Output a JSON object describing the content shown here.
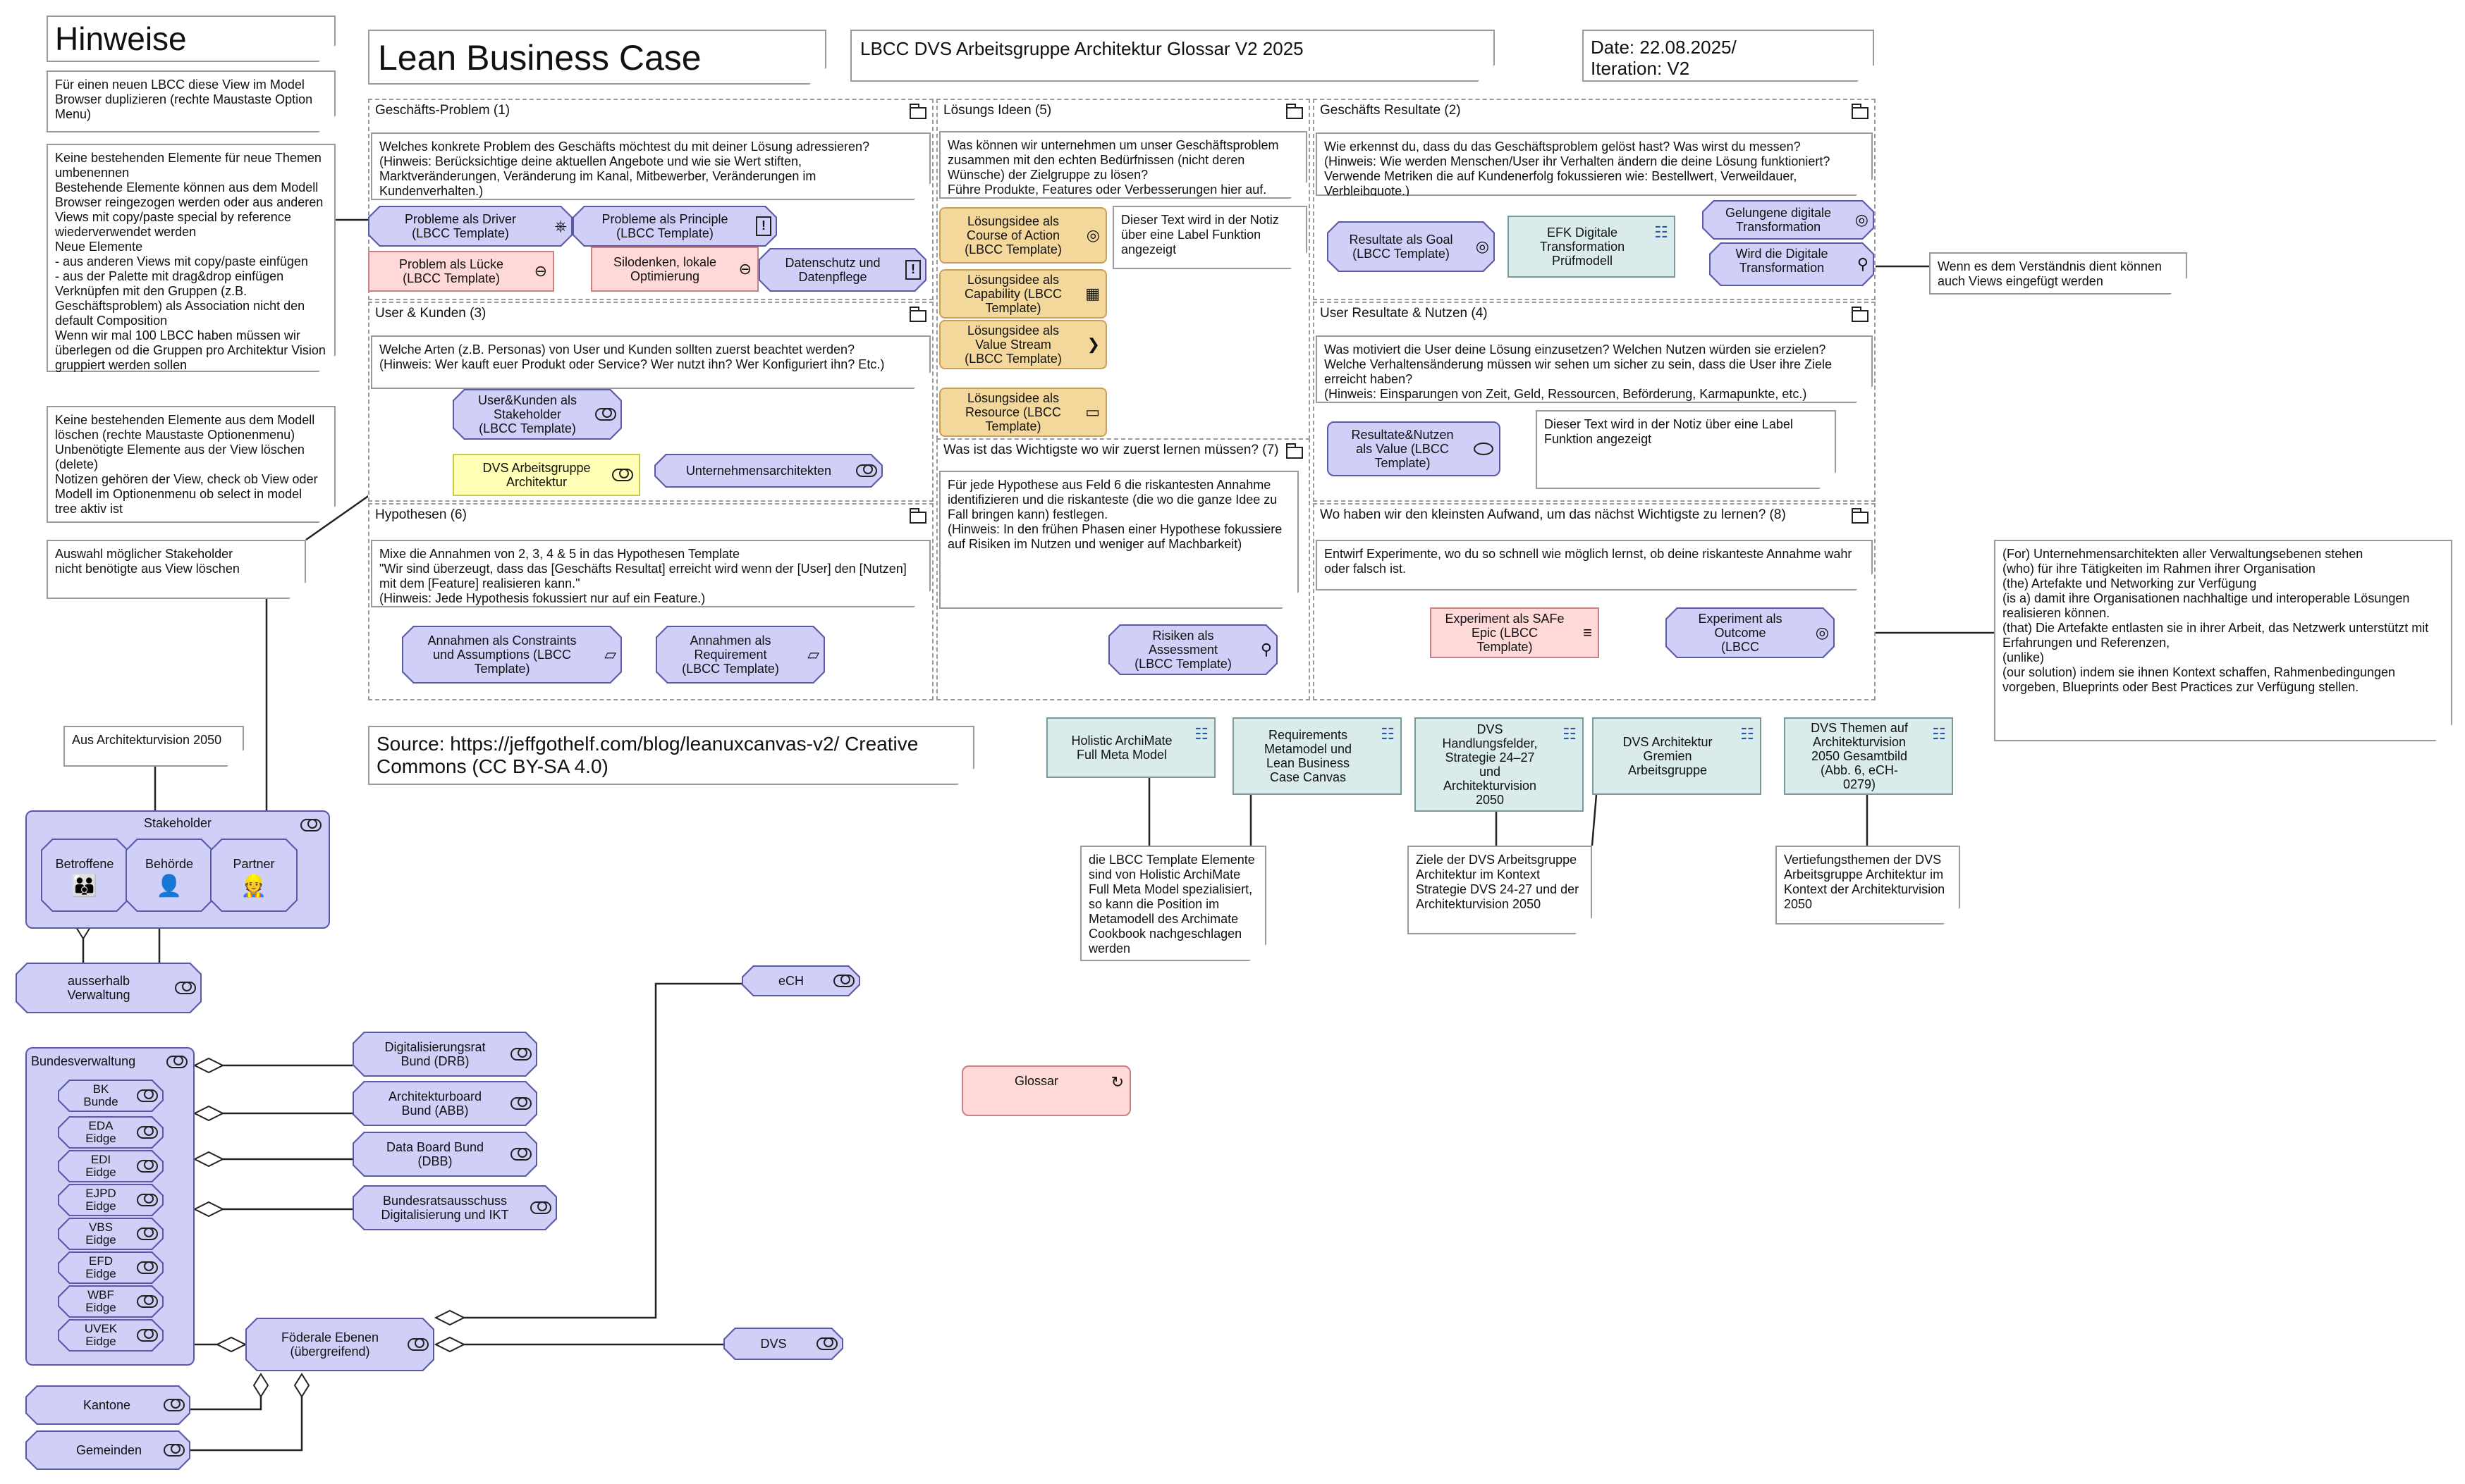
{
  "header": {
    "hinweise_title": "Hinweise",
    "canvas_title": "Lean Business Case Canvas",
    "view_title": "LBCC DVS Arbeitsgruppe Architektur Glossar V2 2025",
    "date": "Date: 22.08.2025/\nIteration: V2"
  },
  "notes": {
    "n1": "Für einen neuen LBCC diese View im Model Browser duplizieren (rechte Maustaste Option Menu)",
    "n2": "Keine bestehenden Elemente für neue Themen umbenennen\nBestehende Elemente können aus dem Modell Browser reingezogen werden oder aus anderen Views mit copy/paste special by reference wiederverwendet werden\nNeue Elemente\n- aus anderen Views mit copy/paste einfügen\n- aus der Palette mit drag&drop einfügen\nVerknüpfen mit den Gruppen (z.B. Geschäftsproblem) als Association nicht den default Composition\nWenn wir mal 100 LBCC haben müssen wir überlegen od die Gruppen pro Architektur Vision gruppiert werden sollen",
    "n3": "Keine bestehenden Elemente aus dem Modell löschen (rechte Maustaste Optionenmenu)\nUnbenötigte Elemente aus der View löschen (delete)\nNotizen gehören der View, check ob View oder Modell im Optionenmenu ob select in model tree aktiv ist",
    "n4": "Auswahl möglicher Stakeholder\nnicht benötigte aus View löschen",
    "n5": "Aus Architekturvision 2050",
    "source": "Source: https://jeffgothelf.com/blog/leanuxcanvas-v2/ Creative Commons (CC BY-SA 4.0)",
    "label_note1": "Dieser Text wird in der Notiz über eine Label Funktion angezeigt",
    "label_note2": "Dieser Text wird in der Notiz über eine Label Funktion angezeigt",
    "views_note": "Wenn es dem Verständnis dient können auch Views eingefügt werden",
    "meta_note": "die LBCC Template Elemente sind von Holistic ArchiMate Full Meta Model spezialisiert, so kann die Position im Metamodell des Archimate Cookbook nachgeschlagen werden",
    "ziele_note": "Ziele der DVS Arbeitsgruppe Architektur im Kontext Strategie DVS 24-27 und der Architekturvision 2050",
    "vertiefung_note": "Vertiefungsthemen der DVS Arbeitsgruppe Architektur im Kontext der Architekturvision 2050",
    "for_note": "(For)              Unternehmensarchitekten aller Verwaltungsebenen stehen\n(who)              für ihre Tätigkeiten im Rahmen ihrer Organisation\n(the)               Artefakte und Networking zur Verfügung\n(is a)              damit ihre Organisationen nachhaltige und interoperable Lösungen realisieren können.\n(that)              Die Artefakte entlasten sie in ihrer Arbeit, das Netzwerk unterstützt mit Erfahrungen und Referenzen,\n(unlike)\n(our solution)   indem sie ihnen Kontext schaffen, Rahmenbedingungen vorgeben, Blueprints oder Best Practices zur Verfügung stellen."
  },
  "groups": {
    "problem": {
      "title": "Geschäfts-Problem (1)",
      "question": "Welches konkrete Problem des Geschäfts möchtest du mit deiner Lösung adressieren?\n(Hinweis: Berücksichtige deine aktuellen Angebote und wie sie Wert stiften, Marktveränderungen, Veränderung im Kanal, Mitbewerber, Veränderungen im Kundenverhalten.)"
    },
    "solutions": {
      "title": "Lösungs Ideen (5)",
      "question": "Was können wir unternehmen um unser Geschäftsproblem zusammen mit den echten Bedürfnissen (nicht deren Wünsche) der Zielgruppe zu lösen?\nFühre Produkte, Features oder Verbesserungen hier auf."
    },
    "results": {
      "title": "Geschäfts Resultate (2)",
      "question": "Wie erkennst du, dass du das Geschäftsproblem gelöst hast? Was wirst du messen?\n(Hinweis: Wie werden Menschen/User ihr Verhalten ändern die deine Lösung funktioniert? Verwende Metriken die auf Kundenerfolg fokussieren wie: Bestellwert, Verweildauer, Verbleibquote.)"
    },
    "users": {
      "title": "User & Kunden (3)",
      "question": "Welche Arten (z.B. Personas) von User und Kunden sollten zuerst beachtet werden?\n(Hinweis: Wer kauft euer Produkt oder Service? Wer nutzt ihn? Wer Konfiguriert ihn? Etc.)"
    },
    "user_results": {
      "title": "User Resultate & Nutzen (4)",
      "question": "Was motiviert die User deine Lösung einzusetzen? Welchen Nutzen würden sie erzielen? Welche Verhaltensänderung müssen wir sehen um sicher zu sein, dass die User ihre Ziele erreicht haben?\n(Hinweis: Einsparungen von Zeit, Geld, Ressourcen, Beförderung, Karmapunkte, etc.)"
    },
    "important": {
      "title": "Was ist das Wichtigste wo wir zuerst lernen müssen? (7)",
      "question": "Für jede Hypothese aus Feld 6 die riskantesten Annahme identifizieren und die riskanteste (die wo die ganze Idee zu Fall bringen kann) festlegen.\n(Hinweis: In den frühen Phasen einer Hypothese fokussiere auf Risiken im Nutzen und weniger auf Machbarkeit)"
    },
    "hypotheses": {
      "title": "Hypothesen (6)",
      "question": "Mixe die Annahmen von 2, 3, 4 & 5 in das Hypothesen Template\n\"Wir sind überzeugt, dass das [Geschäfts Resultat] erreicht wird wenn der [User] den [Nutzen] mit dem [Feature] realisieren kann.\"\n(Hinweis: Jede Hypothesis fokussiert nur auf ein Feature.)"
    },
    "experiments": {
      "title": "Wo haben wir den kleinsten Aufwand, um das nächst Wichtigste zu lernen? (8)",
      "question": "Entwirf Experimente, wo du so schnell wie möglich lernst, ob deine riskanteste Annahme wahr oder falsch ist."
    }
  },
  "elements": {
    "driver": "Probleme als Driver\n(LBCC Template)",
    "principle": "Probleme als Principle\n(LBCC Template)",
    "gap": "Problem als Lücke\n(LBCC Template)",
    "silo": "Silodenken, lokale\nOptimierung",
    "privacy": "Datenschutz und\nDatenpflege",
    "course": "Lösungsidee als\nCourse of Action\n(LBCC Template)",
    "capability": "Lösungsidee als\nCapability (LBCC\nTemplate)",
    "stream": "Lösungsidee als\nValue Stream\n(LBCC Template)",
    "resource": "Lösungsidee als\nResource (LBCC\nTemplate)",
    "goal": "Resultate als Goal\n(LBCC Template)",
    "efk": "EFK Digitale\nTransformation\nPrüfmodell",
    "success": "Gelungene digitale\nTransformation",
    "becomes": "Wird die Digitale\nTransformation",
    "stakeholder_tpl": "User&Kunden als\nStakeholder\n(LBCC Template)",
    "dvs_ag": "DVS Arbeitsgruppe\nArchitektur",
    "ua": "Unternehmensarchitekten",
    "value": "Resultate&Nutzen\nals Value (LBCC\nTemplate)",
    "risks": "Risiken als\nAssessment\n(LBCC Template)",
    "constraints": "Annahmen als Constraints\nund Assumptions (LBCC\nTemplate)",
    "requirement": "Annahmen als\nRequirement\n(LBCC Template)",
    "safe": "Experiment als SAFe\nEpic (LBCC\nTemplate)",
    "outcome": "Experiment als\nOutcome\n(LBCC",
    "holistic": "Holistic ArchiMate\nFull Meta Model",
    "requirements_mm": "Requirements\nMetamodel und\nLean Business\nCase Canvas",
    "dvs_fields": "DVS\nHandlungsfelder,\nStrategie 24–27\nund\nArchitekturvision\n2050",
    "dvs_gremien": "DVS Architektur\nGremien\nArbeitsgruppe",
    "dvs_themen": "DVS Themen auf\nArchitekturvision\n2050 Gesamtbild\n(Abb. 6, eCH-\n0279)",
    "glossar": "Glossar"
  },
  "stakeholders": {
    "title": "Stakeholder",
    "betroffene": "Betroffene",
    "behoerde": "Behörde",
    "partner": "Partner",
    "ausserhalb": "ausserhalb\nVerwaltung",
    "bund": "Bundesverwaltung",
    "departments": [
      "BK\nBunde",
      "EDA\nEidge",
      "EDI\nEidge",
      "EJPD\nEidge",
      "VBS\nEidge",
      "EFD\nEidge",
      "WBF\nEidge",
      "UVEK\nEidge"
    ],
    "drb": "Digitalisierungsrat\nBund (DRB)",
    "abb": "Architekturboard\nBund (ABB)",
    "dbb": "Data Board Bund\n(DBB)",
    "brd": "Bundesratsausschuss\nDigitalisierung und IKT",
    "ech": "eCH",
    "foederal": "Föderale Ebenen\n(übergreifend)",
    "dvs": "DVS",
    "kantone": "Kantone",
    "gemeinden": "Gemeinden"
  }
}
